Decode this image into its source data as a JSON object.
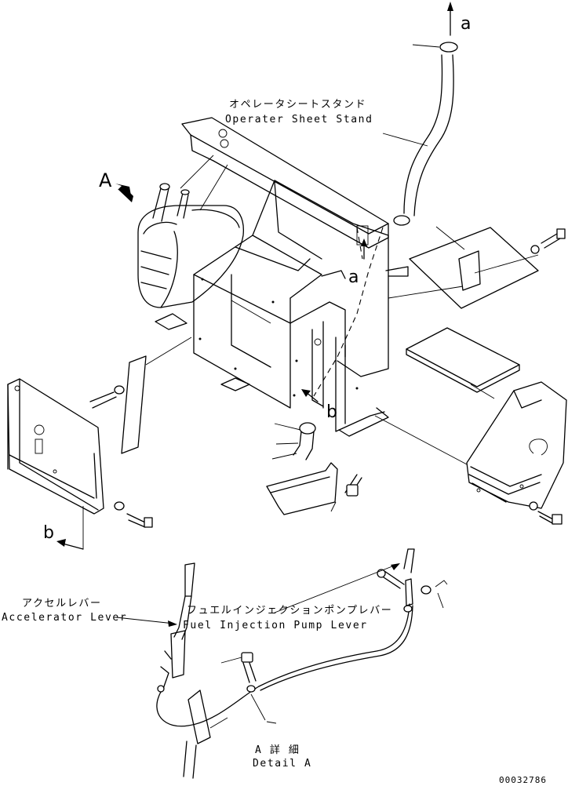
{
  "labels": {
    "seat_stand_jp": "オペレータシートスタンド",
    "seat_stand_en": "Operater Sheet Stand",
    "accel_lever_jp": "アクセルレバー",
    "accel_lever_en": "Accelerator Lever",
    "fuel_pump_lever_jp": "フュエルインジェクションポンプレバー",
    "fuel_pump_lever_en": "Fuel Injection Pump Lever",
    "detail_jp": "A 詳 細",
    "detail_en": "Detail A"
  },
  "markers": {
    "view_a": "A",
    "ref_a_top": "a",
    "ref_a_mid": "a",
    "ref_b_mid": "b",
    "ref_b_left": "b"
  },
  "drawing_number": "00032786"
}
